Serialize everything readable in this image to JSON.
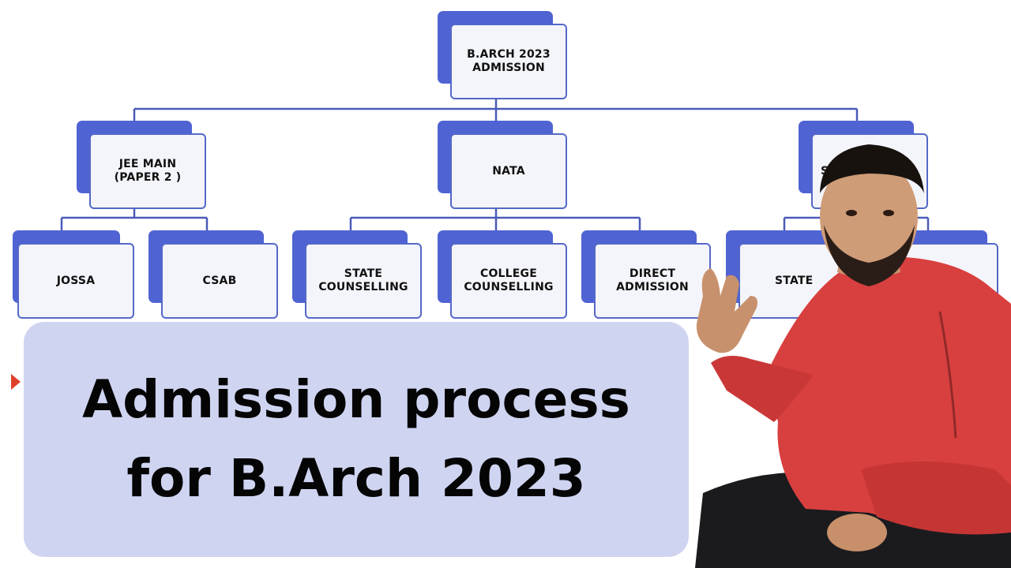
{
  "diagram": {
    "root": {
      "label": "B.ARCH 2023\nADMISSION"
    },
    "level1": [
      {
        "label": "JEE MAIN\n(PAPER 2 )"
      },
      {
        "label": "NATA"
      },
      {
        "label": "SP"
      }
    ],
    "level2": [
      {
        "label": "JOSSA"
      },
      {
        "label": "CSAB"
      },
      {
        "label": "STATE\nCOUNSELLING"
      },
      {
        "label": "COLLEGE\nCOUNSELLING"
      },
      {
        "label": "DIRECT\nADMISSION"
      },
      {
        "label": "STATE"
      }
    ]
  },
  "banner": {
    "line1": "Admission process",
    "line2": "for B.Arch 2023"
  },
  "colors": {
    "node_shadow": "#4f63d2",
    "node_border": "#5468c8",
    "node_fill": "#f4f5fb",
    "banner_bg": "#cfd5f1",
    "shirt": "#d8403f"
  }
}
